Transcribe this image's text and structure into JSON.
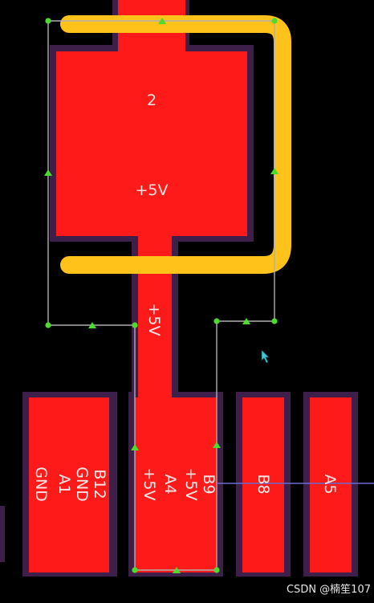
{
  "colors": {
    "background": "#000000",
    "pad": "#ff1a1a",
    "pad_outline": "#3d1f4a",
    "silk_track": "#ffc21a",
    "ratsnest": "#b0b0b0",
    "node": "#4cdd2c",
    "cursor": "#39c8d6",
    "label": "#ffe6e6"
  },
  "pads": {
    "big_number": "2",
    "big_net": "+5V",
    "trace_net": "+5V",
    "b12": {
      "lines": [
        "B12",
        "GND",
        "A1",
        "GND"
      ]
    },
    "b9": {
      "lines": [
        "B9",
        "+5V",
        "A4",
        "+5V"
      ]
    },
    "b8": {
      "label": "B8"
    },
    "a5": {
      "label": "A5"
    }
  },
  "credit": "CSDN @楠笙107"
}
